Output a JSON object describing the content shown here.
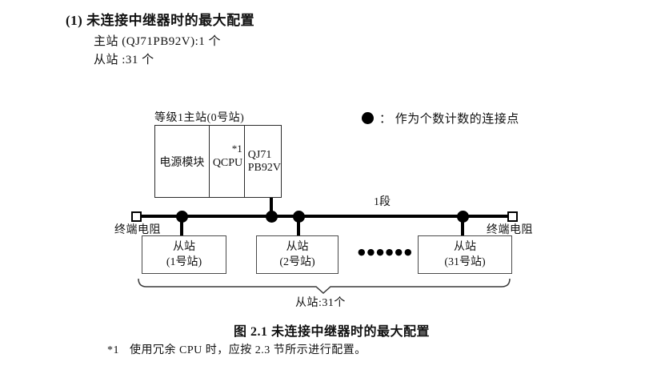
{
  "colors": {
    "background": "#ffffff",
    "ink": "#111111",
    "line": "#000000",
    "slave_box_border": "#4a4a4a"
  },
  "header": {
    "heading": "(1) 未连接中继器时的最大配置",
    "master_count_line": "主站 (QJ71PB92V):1 个",
    "slave_count_line": "从站 :31 个"
  },
  "diagram": {
    "master_label": "等级1主站(0号站)",
    "master": {
      "power_cell": "电源模块",
      "cpu_cell": "QCPU",
      "cpu_note": "*1",
      "module_line1": "QJ71",
      "module_line2": "PB92V"
    },
    "legend": {
      "symbol": "●",
      "text": "： 作为个数计数的连接点"
    },
    "segment_label": "1段",
    "terminator_left_label": "终端电阻",
    "terminator_right_label": "终端电阻",
    "slaves": [
      {
        "line1": "从站",
        "line2": "(1号站)"
      },
      {
        "line1": "从站",
        "line2": "(2号站)"
      },
      {
        "line1": "从站",
        "line2": "(31号站)"
      }
    ],
    "ellipsis": "●●●●●●",
    "brace_label": "从站:31个"
  },
  "caption": "图 2.1 未连接中继器时的最大配置",
  "footnote": {
    "marker": "*1",
    "text": "使用冗余 CPU 时，应按 2.3 节所示进行配置。"
  }
}
